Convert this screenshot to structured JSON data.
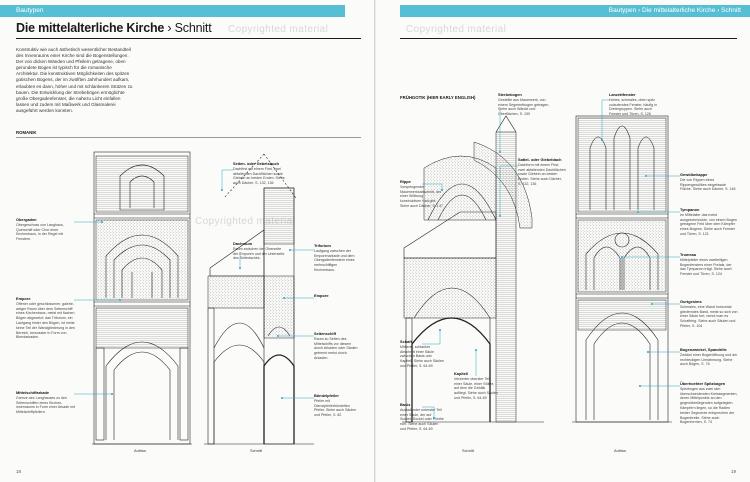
{
  "header": {
    "left_section": "Bautypen",
    "right_section": "Bautypen › Die mittelalterliche Kirche › Schnitt"
  },
  "title": {
    "main": "Die mittelalterliche Kirche",
    "sub": "› Schnitt"
  },
  "intro": "Konstruktiv wie auch ästhetisch wesentlicher Bestandteil des Innenraums einer Kirche sind die Bogenstellungen. Der von dicken Wänden und Pfeilern getragene, oben gerundete Bogen ist typisch für die romanische Architektur. Die konstruktiven Möglichkeiten des spitzen gotischen Bogens, der im zwölften Jahrhundert aufkam, erlaubten es dann, höher und mit schlankeren Stützen zu bauen. Die Entwicklung der Strebebögen ermöglichte große Obergadenfenster, die nahezu Licht einfallen lassen und zudem mit Maßwerk und Glasmalerei ausgeführt werden konnten.",
  "sections": {
    "romanik": "ROMANIK",
    "fruehgotik": "FRÜHGOTIK (HIER EARLY ENGLISH)"
  },
  "captions": {
    "aufriss": "Aufriss",
    "schnitt": "Schnitt"
  },
  "watermark": "Copyrighted material",
  "labels_left": {
    "obergaden": {
      "title": "Obergaden",
      "text": "Obergeschoss von Langhaus, Querschiff oder Chor einer Kirchenbaus, in der Regel mit Fenstern."
    },
    "empore": {
      "title": "Empore",
      "text": "Offener oder geschlossener, galerie-artiger Raum über dem Seitenschiff eines Kirchenbaus, meist mit flachen Bögen abgesetzt; das Triforium, ein Laufgang hinter den Bögen, ist meist keine Teil der Wandgliederung in den Bereich, bewusster in Form von Blendarkaden."
    },
    "mittelschiffarkade": {
      "title": "Mittelschiffarkade",
      "text": "Grenze des Langhauses zu den Seitenschiffen eines Kirchen-innenraums in Form einer Arkade mit Mittelschiffpfeilern."
    },
    "seiten_oder_gebetsbuch": {
      "title": "Seiten- oder Gebetsbuch",
      "text": "Dachfirst mit einem First, zwei abfallenden Dachflächen sowie Giebeln an beiden Enden. Siehe auch Dächer, S. 132, 136"
    },
    "dachraum": {
      "title": "Dachraum",
      "text": "Raum zwischen der Oberseite der Emporen und der Unterseite des Seitedaches."
    },
    "triforium": {
      "title": "Triforium",
      "text": "Laufgang zwischen der Emporenarkade und dem Obergadenfenstern eines mehrschiffigen Kirchenbaus."
    },
    "empore_small": {
      "title": "Empore",
      "text": ""
    },
    "seitenschiff": {
      "title": "Seitenschiff",
      "text": "Raum zu Seiten des Mittelschiffs vor diesem durch Arkaden oder Säulen getrennt meist durch Arkaden."
    },
    "buendelpfeiler": {
      "title": "Bündelpfeiler",
      "text": "Pfeiler mit Dienstpfeilerbündelten Pfeiler. Siehe auch Säulen und Pfeiler, S. 82"
    }
  },
  "labels_right": {
    "strebebogen": {
      "title": "Strebebogen",
      "text": "Gestellte aus Mauerwerk, von einem Segmentbogen getragen. Siehe auch Wände und Oberflächen, S. 150"
    },
    "lanzettfenster": {
      "title": "Lanzettfenster",
      "text": "Hohes, schmales, oben spitz zulaufendes Fenster, häufig in Dreiergruppen. Siehe auch Fenster und Türen, S. 126"
    },
    "satteldach": {
      "title": "Sattel- oder Giebeldach",
      "text": "Dachform mit einem First, zwei abfallenden Dachflächen sowie Giebeln an beiden Enden. Siehe auch Dächer, S. 132, 136"
    },
    "rippe": {
      "title": "Rippe",
      "text": "Vorspringender Mauerwerksabschnitt, der einer Wölbung konstruktiven Halt gibt. Siehe auch Dächer, S. 147"
    },
    "gewoelbekappe": {
      "title": "Gewölbekappe",
      "text": "Die von Rippen eines Rippengewölbes eingefasste Fläche. Siehe auch Dächer, S. 146"
    },
    "tympanon": {
      "title": "Tympanon",
      "text": "Im Mittelalter das meist ausgeschmückte, von einem Bogen getragene Feld über dem Kämpfer eines Bogens. Siehe auch Fenster und Türen, S. 121"
    },
    "trumeau": {
      "title": "Trumeau",
      "text": "Mittelpfeiler eines zweiteiligen Bogenfensters einer Portals, der das Tympanon trägt. Siehe auch Fenster und Türen, S. 124"
    },
    "gurtgesims": {
      "title": "Gurtgesims",
      "text": "Schmales, eine Wand horizontal gliederndes Band, meist so sich von einer Säule fort, nennt man es Schaftring. Siehe auch Säulen und Pfeiler, S. 104"
    },
    "schaft": {
      "title": "Schaft",
      "text": "Mittlerer, schlanker Abschnitt einer Säule zwischen Basis und Kapitell. Siehe auch Säulen und Pfeiler, S. 64-69"
    },
    "kapitell": {
      "title": "Kapitell",
      "text": "Verzierter oberster Teil einer Säule, einer Stütze, auf dem die Gebälk aufliegt. Siehe auch Säulen und Pfeiler, S. 64-69"
    },
    "basis": {
      "title": "Basis",
      "text": "Ausladender unterster Teil einer Säule, der auf Sockel, Sockel oder Plinthe ruht. Siehe auch Säulen und Pfeiler, S. 64-69"
    },
    "bogenzwickel": {
      "title": "Bogenzwickel, Spandrille",
      "text": "Zwickel einer Bogenöffnung und der rechteckigen Umrahmung. Siehe auch Bögen, S. 76"
    },
    "spitzbogen": {
      "title": "Überhoehter Spitzbogen",
      "text": "Spitzbogen aus zwei sich überschneidenden Kreissegmenten, deren Mittelpunkte an den gegenüberliegenden aufgelegten Kämpfern liegen, so die Radien beider Segmente entsprechen der Bogenbreite. Siehe auch Bogenformen, S. 74"
    }
  },
  "page_numbers": {
    "left": "18",
    "right": "19"
  }
}
